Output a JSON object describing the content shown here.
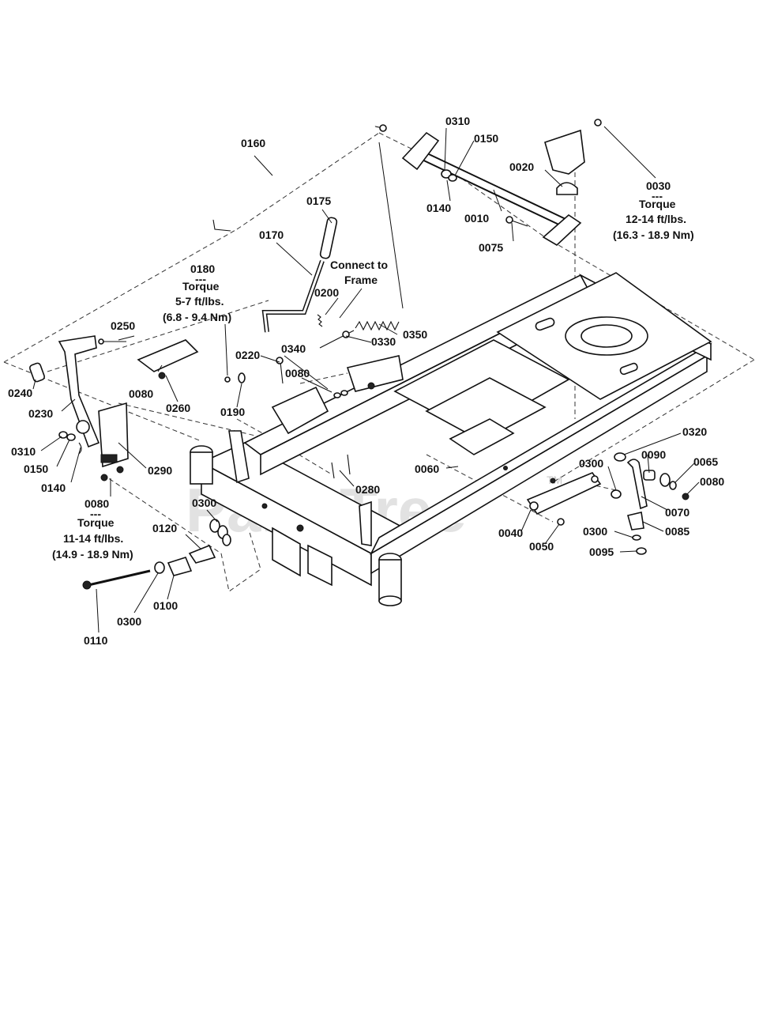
{
  "watermark": {
    "text": "PartsTree",
    "tm": "TM"
  },
  "labels": {
    "p0010": "0010",
    "p0020": "0020",
    "p0030": "0030",
    "p0030_sep": "---",
    "p0030_torque": "Torque",
    "p0030_spec1": "12-14 ft/lbs.",
    "p0030_spec2": "(16.3 - 18.9 Nm)",
    "p0040": "0040",
    "p0050": "0050",
    "p0060": "0060",
    "p0065": "0065",
    "p0070": "0070",
    "p0075": "0075",
    "p0080_a": "0080",
    "p0080_b": "0080",
    "p0080_c": "0080",
    "p0080_d": "0080",
    "p0080_d_sep": "---",
    "p0080_d_torque": "Torque",
    "p0080_d_spec1": "11-14 ft/lbs.",
    "p0080_d_spec2": "(14.9 - 18.9 Nm)",
    "p0085": "0085",
    "p0090": "0090",
    "p0095": "0095",
    "p0100": "0100",
    "p0110": "0110",
    "p0120": "0120",
    "p0140_a": "0140",
    "p0140_b": "0140",
    "p0150_a": "0150",
    "p0150_b": "0150",
    "p0160": "0160",
    "p0170": "0170",
    "p0175": "0175",
    "p0180": "0180",
    "p0180_sep": "---",
    "p0180_torque": "Torque",
    "p0180_spec1": "5-7 ft/lbs.",
    "p0180_spec2": "(6.8 - 9.4 Nm)",
    "p0190": "0190",
    "p0200": "0200",
    "p0220": "0220",
    "p0230": "0230",
    "p0240": "0240",
    "p0250": "0250",
    "p0260": "0260",
    "p0280": "0280",
    "p0290": "0290",
    "p0300_a": "0300",
    "p0300_b": "0300",
    "p0300_c": "0300",
    "p0300_d": "0300",
    "p0310_a": "0310",
    "p0310_b": "0310",
    "p0320": "0320",
    "p0330": "0330",
    "p0340": "0340",
    "p0350": "0350",
    "connect_line1": "Connect to",
    "connect_line2": "Frame"
  }
}
